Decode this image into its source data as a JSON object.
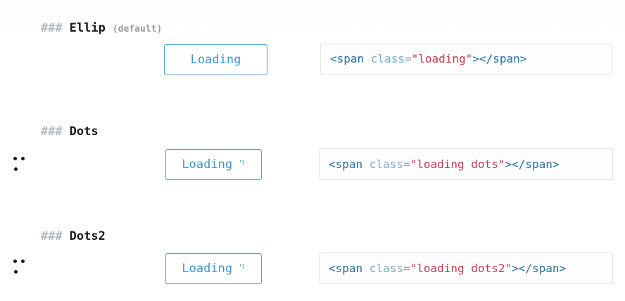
{
  "colors": {
    "accent_blue": "#4f9ed7",
    "button_text_blue": "#3e93d3",
    "heading_hash_gray": "#b3b9bf",
    "heading_text": "#1b1b1b",
    "default_label_gray": "#999999",
    "code_tag_blue": "#2e6d9e",
    "code_attr_light_blue": "#78aacb",
    "code_string_red": "#c53a50",
    "code_border": "#e2e2e2",
    "demo_dot_dark": "#17171a"
  },
  "sections": [
    {
      "heading": {
        "hashes": "###",
        "title": "Ellip",
        "suffix": "(default)"
      },
      "demo": {
        "icon": "ellip-spinner-frame-empty"
      },
      "button": {
        "label": "Loading",
        "spinner_char": ""
      },
      "code": {
        "tag_open": "<span ",
        "attr_name": "class=",
        "string_value": "\"loading\"",
        "tag_close": "></span>"
      }
    },
    {
      "heading": {
        "hashes": "###",
        "title": "Dots",
        "suffix": ""
      },
      "demo": {
        "icon": "dots-spinner-frame"
      },
      "button": {
        "label": "Loading",
        "spinner_char": "⠙"
      },
      "code": {
        "tag_open": "<span ",
        "attr_name": "class=",
        "string_value": "\"loading dots\"",
        "tag_close": "></span>"
      }
    },
    {
      "heading": {
        "hashes": "###",
        "title": "Dots2",
        "suffix": ""
      },
      "demo": {
        "icon": "dots-spinner-frame"
      },
      "button": {
        "label": "Loading",
        "spinner_char": "⠙"
      },
      "code": {
        "tag_open": "<span ",
        "attr_name": "class=",
        "string_value": "\"loading dots2\"",
        "tag_close": "></span>"
      }
    }
  ]
}
